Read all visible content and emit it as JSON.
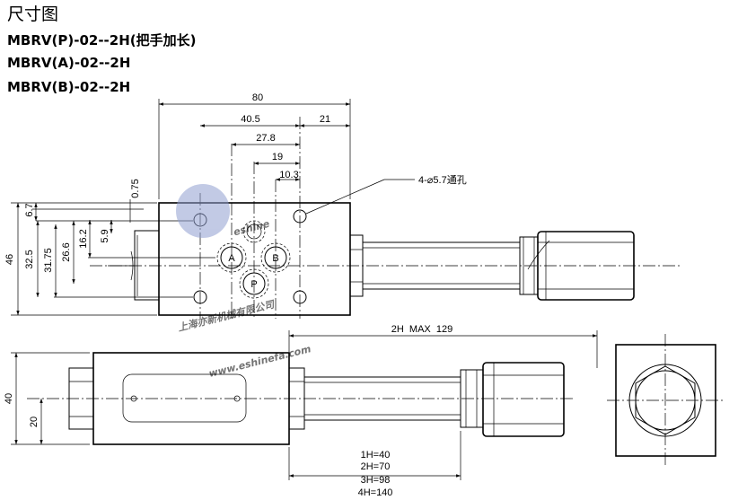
{
  "header": {
    "title": "尺寸图",
    "models": [
      "MBRV(P)-02--2H(把手加长)",
      "MBRV(A)-02--2H",
      "MBRV(B)-02--2H"
    ]
  },
  "watermark": {
    "logo_text": "eshine",
    "company": "上海亦新机械有限公司",
    "url": "www.eshinefa.com",
    "color": "#8f9ed0"
  },
  "dimensions": {
    "top": [
      "80",
      "40.5",
      "21",
      "27.8",
      "19",
      "10.3"
    ],
    "left": [
      "0.75",
      "6.7",
      "46",
      "32.5",
      "31.75",
      "26.6",
      "16.2",
      "5.9"
    ],
    "hole": "4-⌀5.7通孔",
    "bottom_left": [
      "40",
      "20"
    ],
    "overall": "2H  MAX  129"
  },
  "ports": [
    "A",
    "B",
    "P"
  ],
  "lengths": [
    "1H=40",
    "2H=70",
    "3H=98",
    "4H=140"
  ]
}
